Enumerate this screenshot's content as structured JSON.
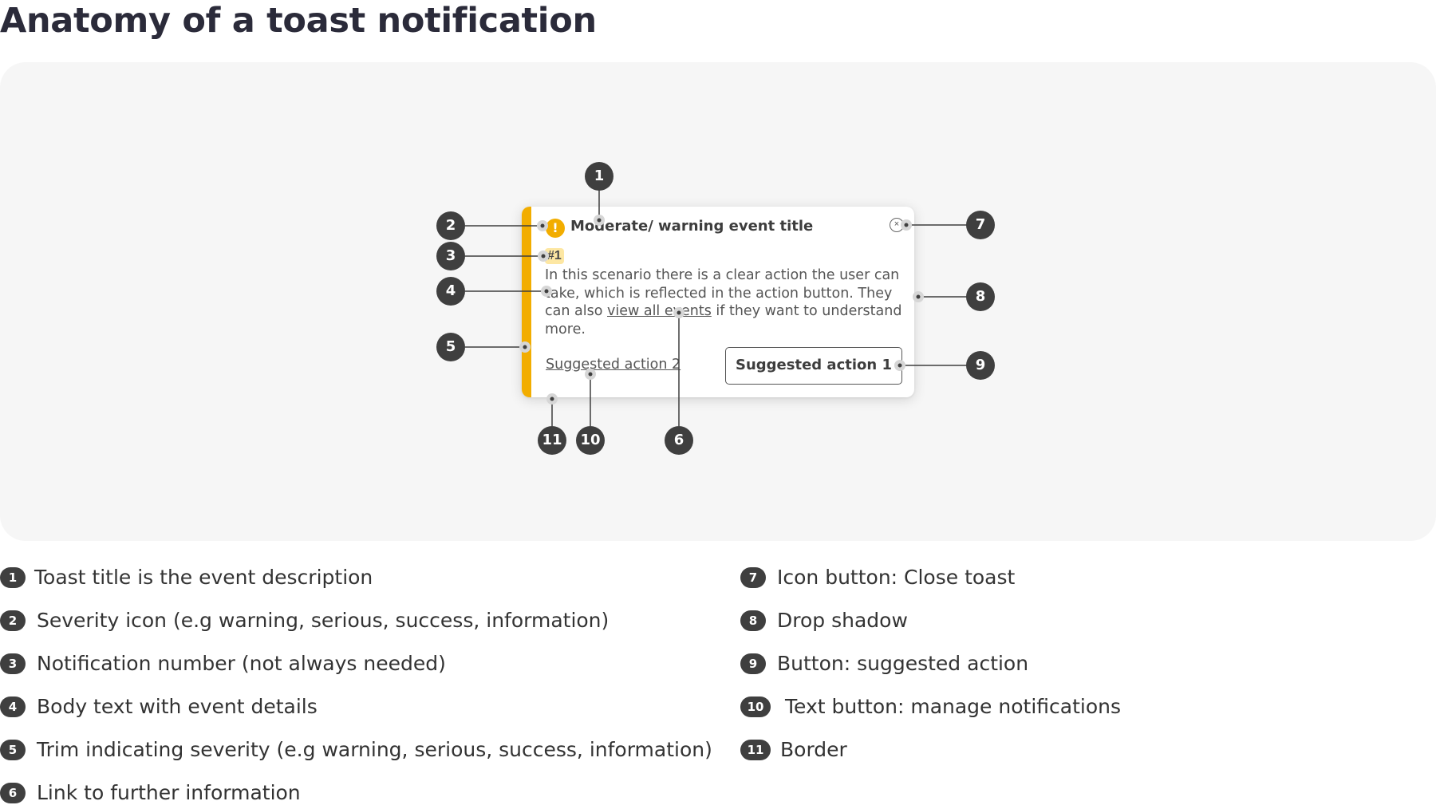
{
  "page": {
    "title": "Anatomy of a toast notification"
  },
  "toast": {
    "severity_icon_glyph": "!",
    "severity_color": "#f2ad00",
    "title": "Moderate/ warning event title",
    "close_icon_glyph": "×",
    "notification_number": "#1",
    "body_before_link": "In this scenario there is a clear action the user can take, which is reflected in the action button. They can also ",
    "body_link": "view all events",
    "body_after_link": " if they want to understand more.",
    "secondary_action": "Suggested action 2",
    "primary_action": "Suggested action 1"
  },
  "markers": [
    "1",
    "2",
    "3",
    "4",
    "5",
    "6",
    "7",
    "8",
    "9",
    "10",
    "11"
  ],
  "legend": [
    {
      "num": "1",
      "text": "Toast title is the event description"
    },
    {
      "num": "2",
      "text": "Severity icon (e.g warning, serious, success, information)"
    },
    {
      "num": "3",
      "text": "Notification number (not always needed)"
    },
    {
      "num": "4",
      "text": "Body text with event details"
    },
    {
      "num": "5",
      "text": "Trim indicating severity (e.g warning, serious, success, information)"
    },
    {
      "num": "6",
      "text": "Link to further information"
    },
    {
      "num": "7",
      "text": "Icon button: Close toast"
    },
    {
      "num": "8",
      "text": "Drop shadow"
    },
    {
      "num": "9",
      "text": "Button: suggested action"
    },
    {
      "num": "10",
      "text": "Text button: manage notifications"
    },
    {
      "num": "11",
      "text": "Border"
    }
  ]
}
